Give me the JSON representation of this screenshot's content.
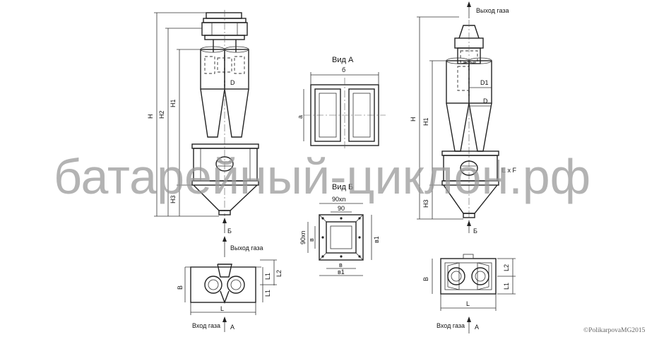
{
  "labels": {
    "gas_outlet": "Выход газа",
    "gas_inlet": "Вход газа",
    "view_a_title": "Вид А",
    "view_b_title": "Вид Б",
    "letter_a": "А",
    "letter_b": "Б",
    "dim_H": "H",
    "dim_H1": "H1",
    "dim_H2": "H2",
    "dim_H3": "H3",
    "dim_D": "D",
    "dim_D1": "D1",
    "dim_L": "L",
    "dim_L1": "L1",
    "dim_L2": "L2",
    "dim_B": "B",
    "dim_ExF": "E x F",
    "dim_a": "а",
    "dim_b6": "б",
    "dim_b": "в",
    "dim_b1": "в1",
    "dim_90xn": "90хn",
    "dim_90": "90"
  },
  "watermark": "батарейный-циклон.рф",
  "copyright": "©PolikarpovaMG2015"
}
